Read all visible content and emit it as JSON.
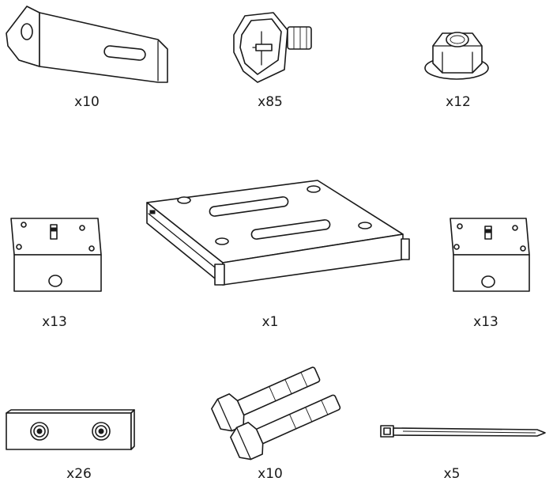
{
  "parts": [
    {
      "id": "angle-bracket",
      "icon": "angle-bracket-icon",
      "quantity": "x10"
    },
    {
      "id": "flange-bolt",
      "icon": "flange-bolt-icon",
      "quantity": "x85"
    },
    {
      "id": "flange-nut",
      "icon": "flange-nut-icon",
      "quantity": "x12"
    },
    {
      "id": "corner-block-left",
      "icon": "corner-block-icon",
      "quantity": "x13"
    },
    {
      "id": "mounting-plate",
      "icon": "mounting-plate-icon",
      "quantity": "x1"
    },
    {
      "id": "corner-block-right",
      "icon": "corner-block-icon",
      "quantity": "x13"
    },
    {
      "id": "spacer-bar",
      "icon": "spacer-bar-icon",
      "quantity": "x26"
    },
    {
      "id": "anchor-bolts",
      "icon": "anchor-bolt-icon",
      "quantity": "x10"
    },
    {
      "id": "cable-tie",
      "icon": "cable-tie-icon",
      "quantity": "x5"
    }
  ]
}
